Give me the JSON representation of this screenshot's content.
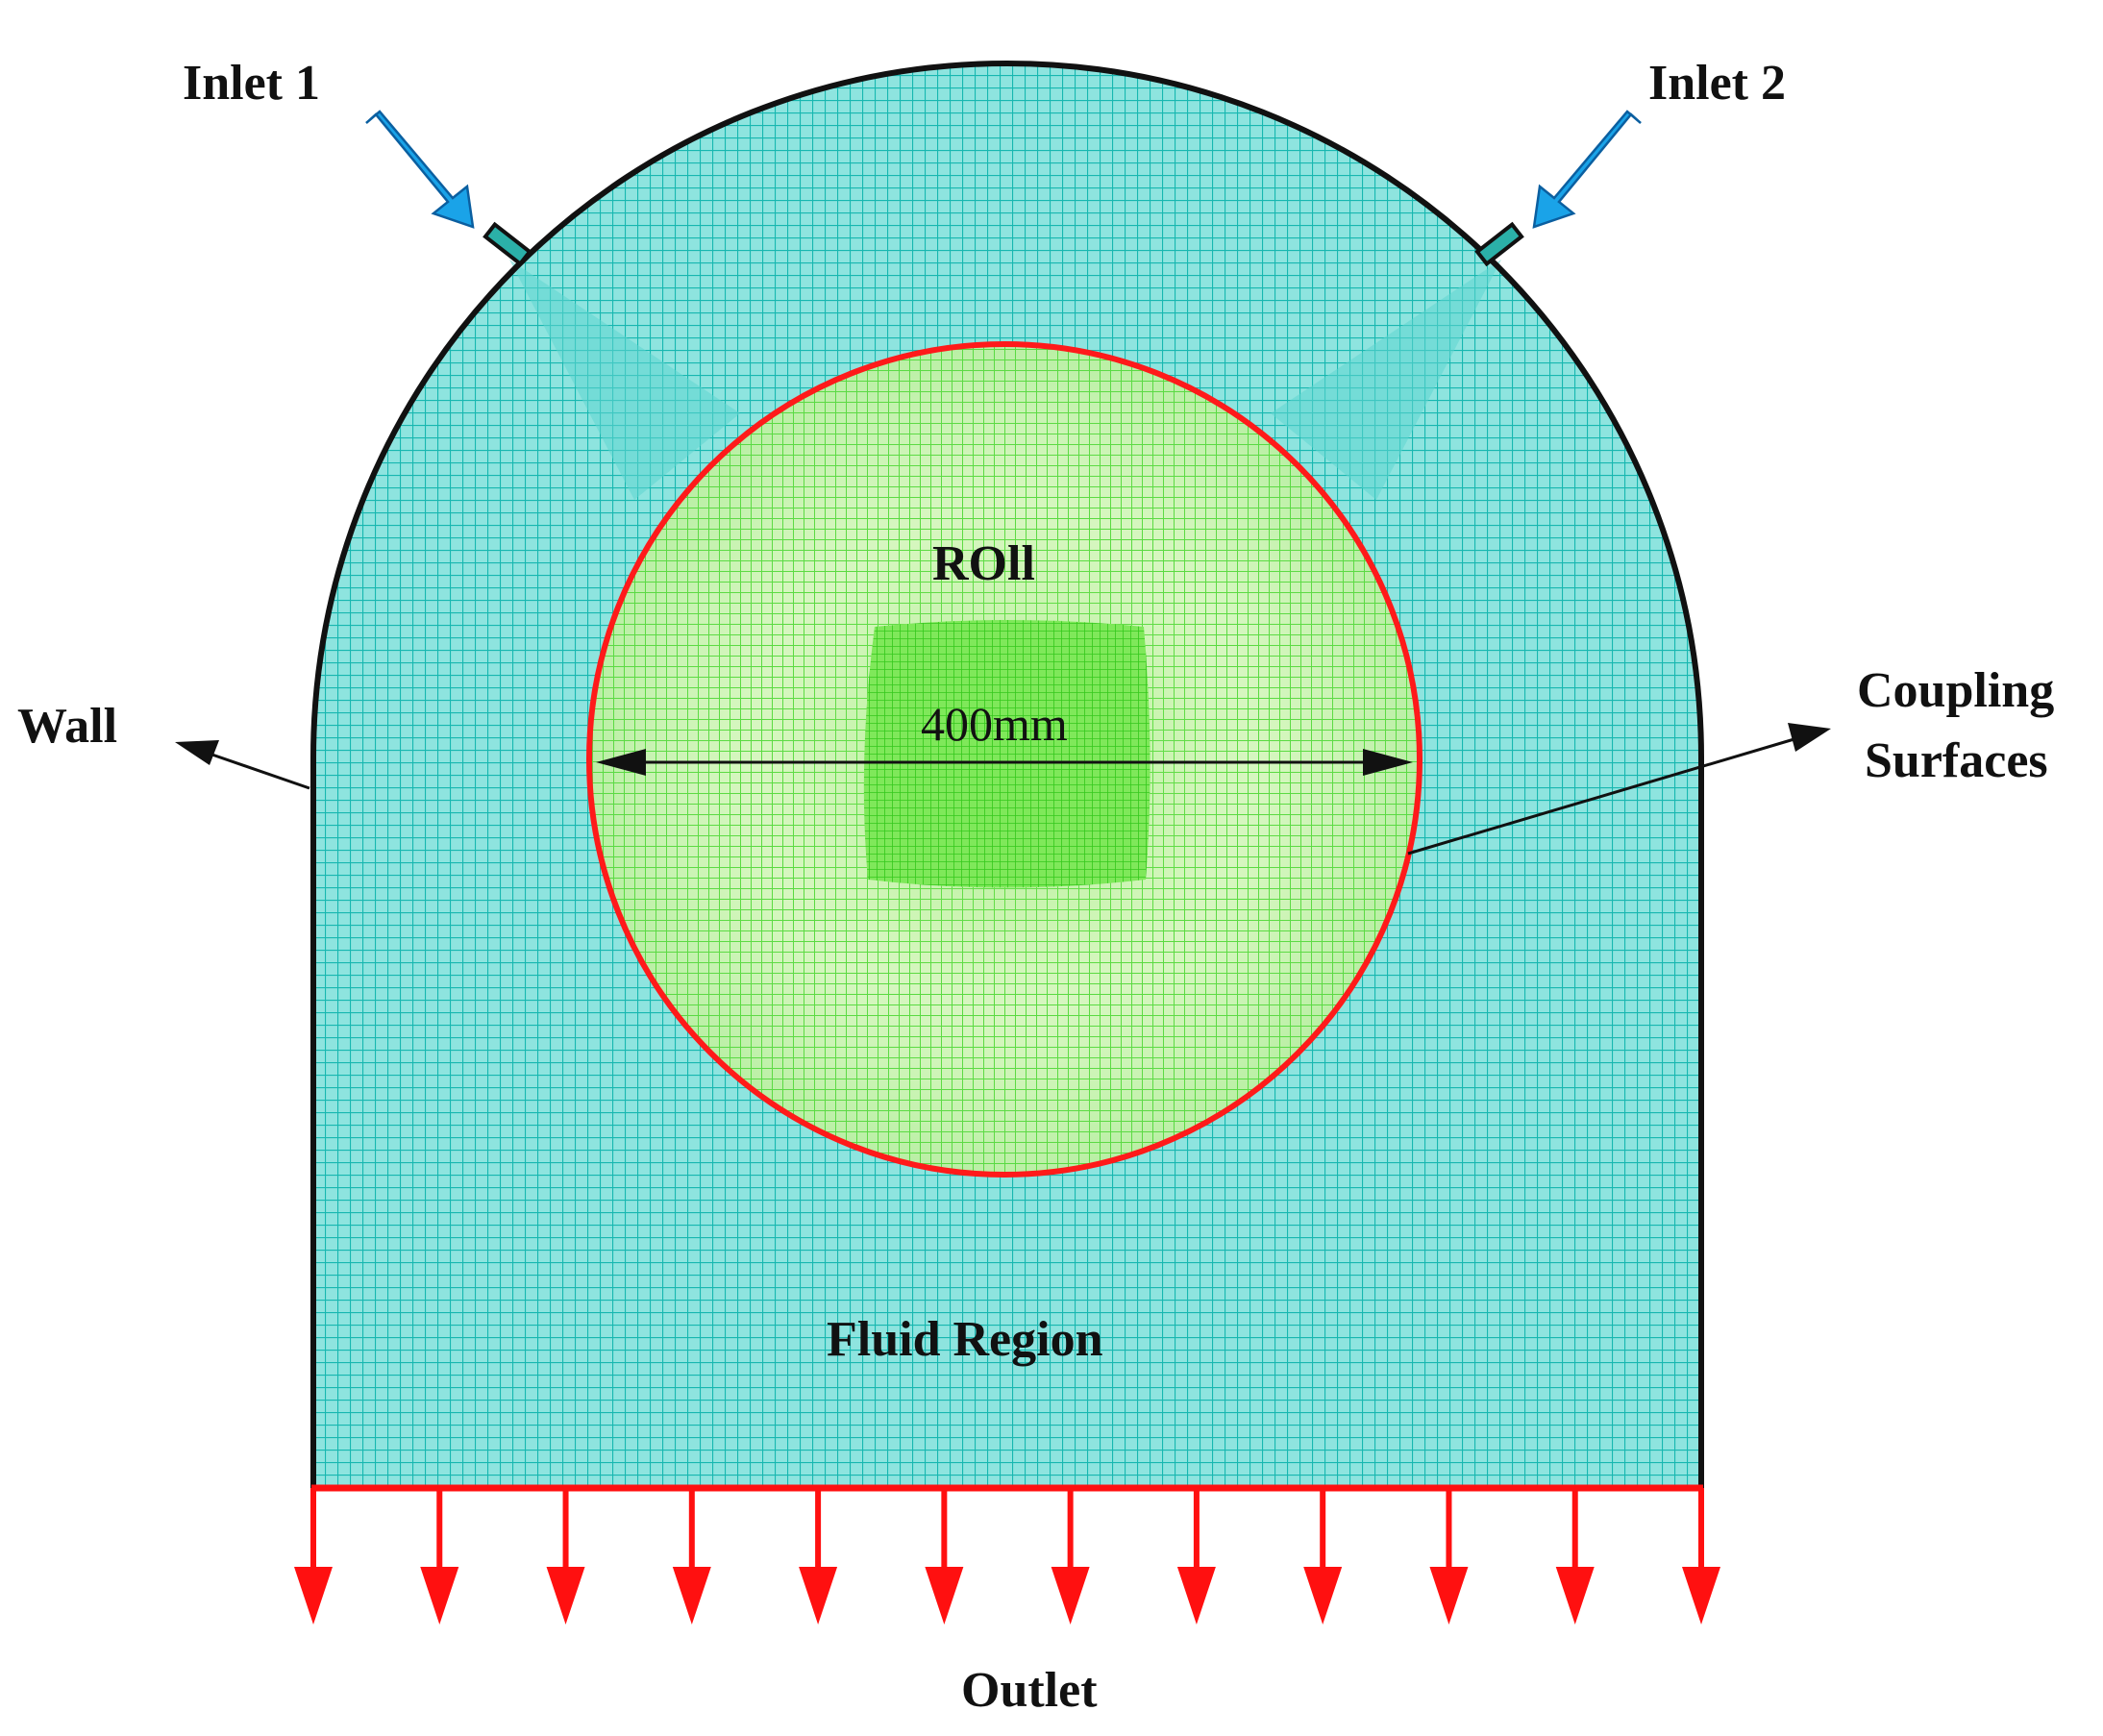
{
  "labels": {
    "inlet1": "Inlet 1",
    "inlet2": "Inlet 2",
    "wall": "Wall",
    "roll": "ROll",
    "dimension": "400mm",
    "coupling_line1": "Coupling",
    "coupling_line2": "Surfaces",
    "fluid_region": "Fluid Region",
    "outlet": "Outlet"
  },
  "colors": {
    "fluid_mesh_fill": "#5fd6d0",
    "fluid_mesh_line": "#17b7b0",
    "roll_mesh_fill": "#b7f29a",
    "roll_mesh_line": "#46d62e",
    "roll_core": "#5ee23a",
    "coupling_surface": "#ff1a1a",
    "outlet_arrow": "#ff1010",
    "inlet_arrow": "#1aa3e8",
    "wall": "#111111"
  },
  "outlet_arrow_count": 12
}
